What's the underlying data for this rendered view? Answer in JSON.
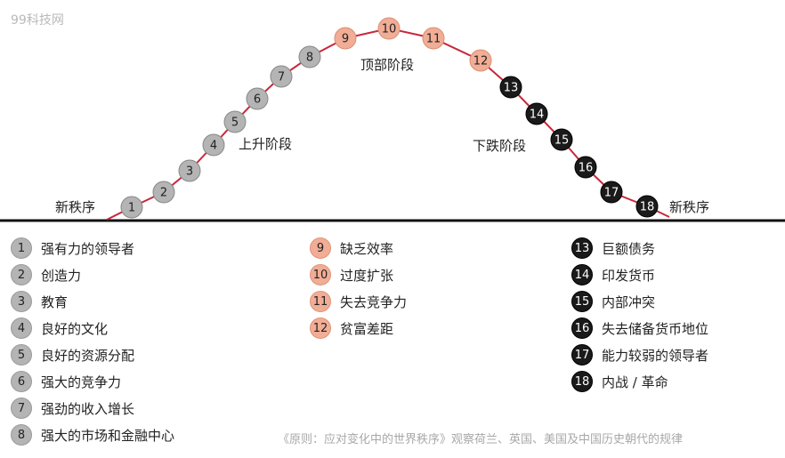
{
  "watermark": "99科技网",
  "caption": "《原则：应对变化中的世界秩序》观察荷兰、英国、美国及中国历史朝代的规律",
  "colors": {
    "curve": "#c8283a",
    "baseline": "#111111",
    "grey": "#b4b4b4",
    "salmon": "#f1ad95",
    "black": "#1a1a1a"
  },
  "curve_labels": {
    "new_order_left": "新秩序",
    "rise": "上升阶段",
    "top": "顶部阶段",
    "decline": "下跌阶段",
    "new_order_right": "新秩序"
  },
  "stages": [
    {
      "num": "1",
      "label": "强有力的领导者",
      "phase": "rise"
    },
    {
      "num": "2",
      "label": "创造力",
      "phase": "rise"
    },
    {
      "num": "3",
      "label": "教育",
      "phase": "rise"
    },
    {
      "num": "4",
      "label": "良好的文化",
      "phase": "rise"
    },
    {
      "num": "5",
      "label": "良好的资源分配",
      "phase": "rise"
    },
    {
      "num": "6",
      "label": "强大的竞争力",
      "phase": "rise"
    },
    {
      "num": "7",
      "label": "强劲的收入增长",
      "phase": "rise"
    },
    {
      "num": "8",
      "label": "强大的市场和金融中心",
      "phase": "rise"
    },
    {
      "num": "9",
      "label": "缺乏效率",
      "phase": "top"
    },
    {
      "num": "10",
      "label": "过度扩张",
      "phase": "top"
    },
    {
      "num": "11",
      "label": "失去竞争力",
      "phase": "top"
    },
    {
      "num": "12",
      "label": "贫富差距",
      "phase": "top"
    },
    {
      "num": "13",
      "label": "巨额债务",
      "phase": "decline"
    },
    {
      "num": "14",
      "label": "印发货币",
      "phase": "decline"
    },
    {
      "num": "15",
      "label": "内部冲突",
      "phase": "decline"
    },
    {
      "num": "16",
      "label": "失去储备货币地位",
      "phase": "decline"
    },
    {
      "num": "17",
      "label": "能力较弱的领导者",
      "phase": "decline"
    },
    {
      "num": "18",
      "label": "内战 / 革命",
      "phase": "decline"
    }
  ]
}
